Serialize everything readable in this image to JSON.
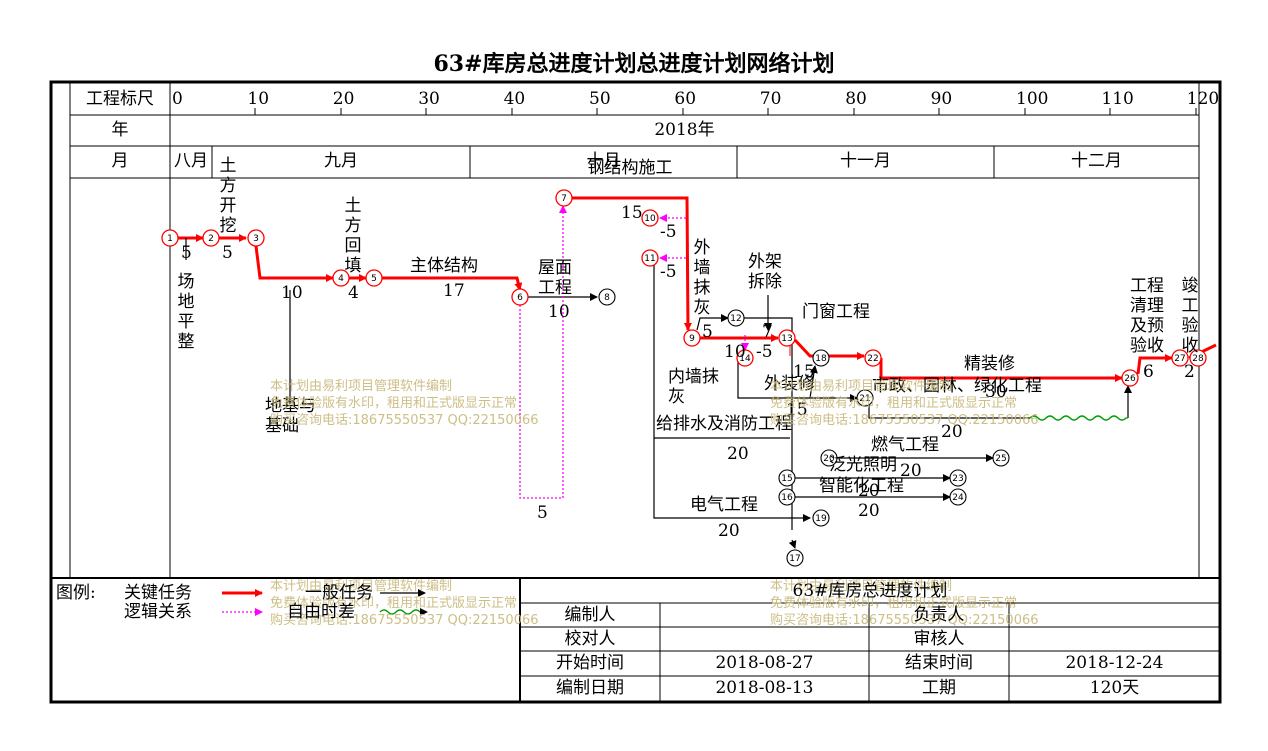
{
  "title": "63#库房总进度计划总进度计划网络计划",
  "header": {
    "scale_label": "工程标尺",
    "scale_ticks": [
      "0",
      "10",
      "20",
      "30",
      "40",
      "50",
      "60",
      "70",
      "80",
      "90",
      "100",
      "110",
      "120"
    ],
    "year_label": "年",
    "year_value": "2018年",
    "month_label": "月",
    "months": [
      "八月",
      "九月",
      "十月",
      "十一月",
      "十二月"
    ]
  },
  "tasks": {
    "t_site": {
      "name": "场地平整",
      "dur": "5"
    },
    "t_earth_dig": {
      "name": "土方开挖",
      "dur": "5"
    },
    "t_foundation": {
      "name": "地基与基础",
      "dur": "10"
    },
    "t_backfill": {
      "name": "土方回填",
      "dur": "4"
    },
    "t_main": {
      "name": "主体结构",
      "dur": "17"
    },
    "t_roof": {
      "name": "屋面工程",
      "dur": "10"
    },
    "t_steel": {
      "name": "钢结构施工",
      "dur": "15"
    },
    "t_lag5": {
      "dur": "5"
    },
    "t_neg1": {
      "dur": "-5"
    },
    "t_neg2": {
      "dur": "-5"
    },
    "t_ext_wall": {
      "name": "外墙抹灰",
      "dur": "5"
    },
    "t_scaffold": {
      "name": "外架拆除",
      "dur": "7"
    },
    "t_neg3": {
      "dur": "-5"
    },
    "t_door": {
      "name": "门窗工程",
      "dur": "15"
    },
    "t_int_wall": {
      "name": "内墙抹灰",
      "dur": "10"
    },
    "t_ext_deco": {
      "name": "外装修",
      "dur": "15"
    },
    "t_municipal": {
      "name": "市政、园林、绿化工程",
      "dur": "20"
    },
    "t_fine": {
      "name": "精装修",
      "dur": "30"
    },
    "t_plumb": {
      "name": "给排水及消防工程",
      "dur": "20"
    },
    "t_gas": {
      "name": "燃气工程",
      "dur": "20"
    },
    "t_light": {
      "name": "泛光照明",
      "dur": "20"
    },
    "t_smart": {
      "name": "智能化工程",
      "dur": "20"
    },
    "t_elec": {
      "name": "电气工程",
      "dur": "20"
    },
    "t_clean": {
      "name": "工程清理及预验收",
      "dur": "6"
    },
    "t_accept": {
      "name": "竣工验收",
      "dur": "2"
    }
  },
  "watermark": {
    "line1": "本计划由易利项目管理软件编制",
    "line2": "免费体验版有水印，租用和正式版显示正常",
    "line3": "购买咨询电话:18675550537 QQ:22150066"
  },
  "legend": {
    "label": "图例:",
    "critical": "关键任务",
    "logic": "逻辑关系",
    "normal": "一般任务",
    "free_float": "自由时差"
  },
  "info": {
    "title": "63#库房总进度计划",
    "editor_label": "编制人",
    "editor": "",
    "owner_label": "负责人",
    "owner": "",
    "checker_label": "校对人",
    "checker": "",
    "reviewer_label": "审核人",
    "reviewer": "",
    "start_label": "开始时间",
    "start": "2018-08-27",
    "end_label": "结束时间",
    "end": "2018-12-24",
    "date_label": "编制日期",
    "date": "2018-08-13",
    "period_label": "工期",
    "period": "120天"
  },
  "colors": {
    "critical": "#ff0000",
    "logic": "#ff00ff",
    "normal": "#000000",
    "float": "#00a000",
    "watermark": "#c8b87a"
  }
}
